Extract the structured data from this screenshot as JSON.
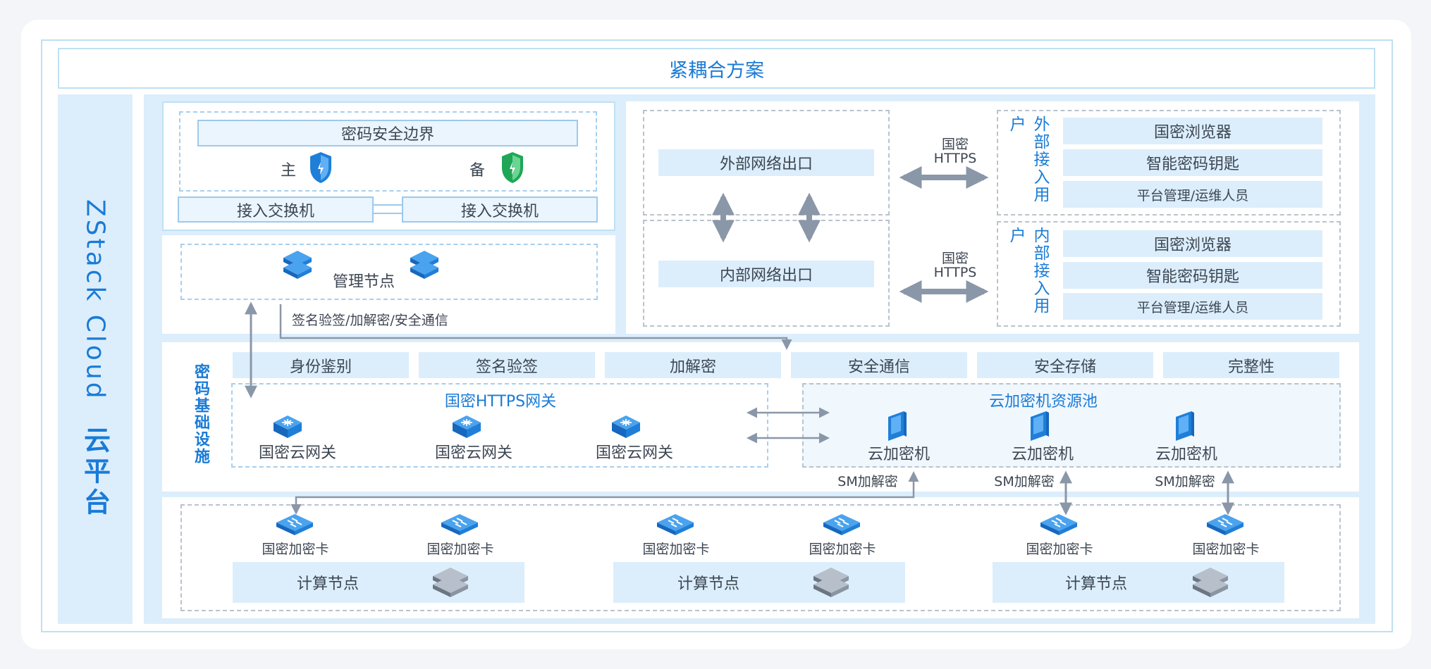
{
  "title": "紧耦合方案",
  "side": {
    "en": "ZStack Cloud",
    "cn": "云平台"
  },
  "security": {
    "boundary": "密码安全边界",
    "master": "主",
    "backup": "备",
    "switch_left": "接入交换机",
    "switch_right": "接入交换机"
  },
  "management": {
    "label": "管理节点",
    "link_label": "签名验签/加解密/安全通信"
  },
  "network": {
    "external": "外部网络出口",
    "internal": "内部网络出口",
    "https_top": [
      "国密",
      "HTTPS"
    ],
    "https_bottom": [
      "国密",
      "HTTPS"
    ]
  },
  "external_users": {
    "label": "外部接入用户",
    "items": [
      "国密浏览器",
      "智能密码钥匙",
      "平台管理/运维人员"
    ]
  },
  "internal_users": {
    "label": "内部接入用户",
    "items": [
      "国密浏览器",
      "智能密码钥匙",
      "平台管理/运维人员"
    ]
  },
  "crypto_infra": {
    "label": "密码基础设施",
    "services": [
      "身份鉴别",
      "签名验签",
      "加解密",
      "安全通信",
      "安全存储",
      "完整性"
    ],
    "gateway_title": "国密HTTPS网关",
    "gateways": [
      "国密云网关",
      "国密云网关",
      "国密云网关"
    ],
    "pool_title": "云加密机资源池",
    "hsms": [
      "云加密机",
      "云加密机",
      "云加密机"
    ]
  },
  "sm_labels": [
    "SM加解密",
    "SM加解密",
    "SM加解密"
  ],
  "compute": {
    "cards": [
      "国密加密卡",
      "国密加密卡",
      "国密加密卡",
      "国密加密卡",
      "国密加密卡",
      "国密加密卡"
    ],
    "nodes": [
      "计算节点",
      "计算节点",
      "计算节点"
    ]
  },
  "colors": {
    "accent": "#1a7bd6",
    "panel_blue": "#dceefc",
    "arrow": "#8a97a8",
    "shield_blue": "#1f7fd8",
    "shield_green": "#1fa657"
  }
}
